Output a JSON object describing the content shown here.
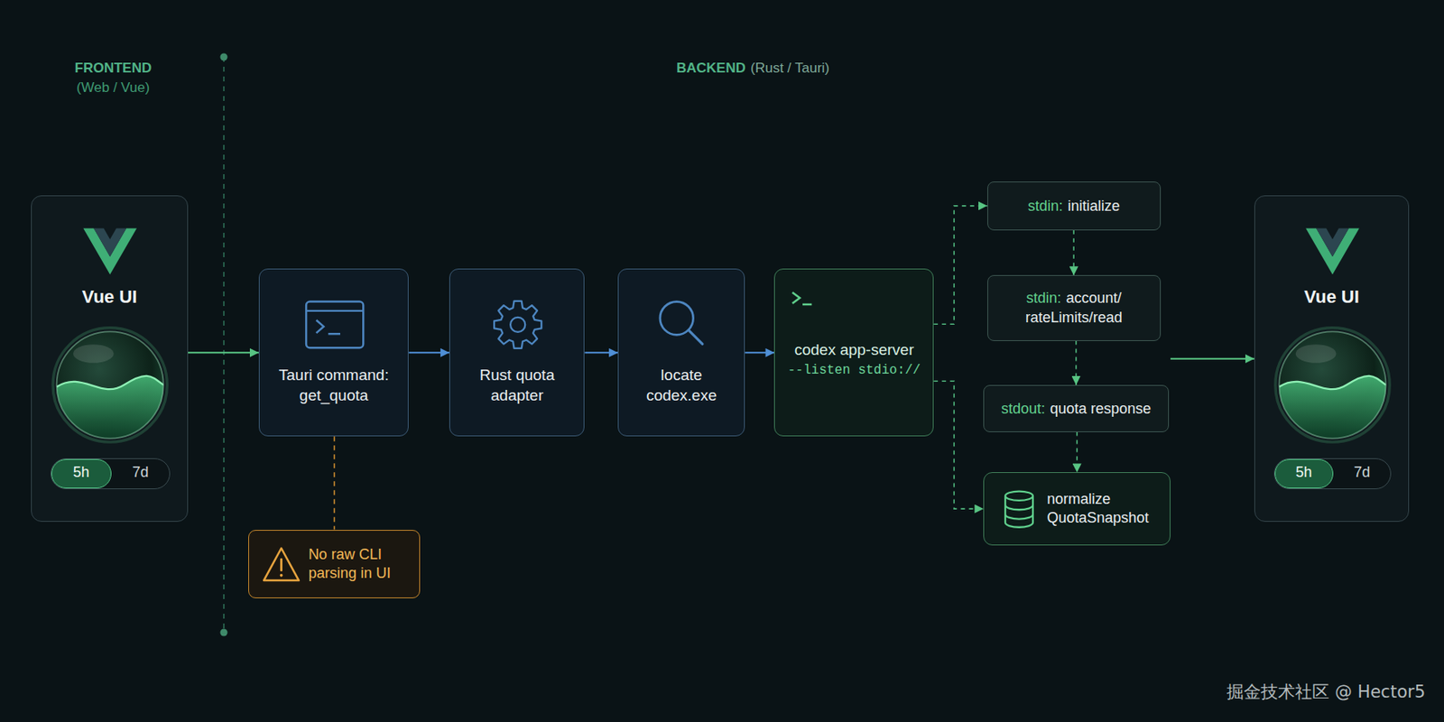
{
  "diagram": {
    "nodes": [
      {
        "text": [
          "Vue UI"
        ]
      },
      {
        "text": [
          "5h",
          "7d"
        ],
        "in": 0
      },
      {
        "text": [
          "Tauri command: get_quota"
        ]
      },
      {
        "text": [
          "Rust quota adapter"
        ]
      },
      {
        "text": [
          "locate codex.exe"
        ]
      },
      {
        "text": [
          "codex app-server",
          "--listen stdio://"
        ]
      },
      {
        "text": [
          "stdin:",
          "initialize"
        ]
      },
      {
        "text": [
          "stdin:",
          "account/ rateLimits/read"
        ]
      },
      {
        "text": [
          "stdout:",
          "quota response"
        ]
      },
      {
        "text": [
          "normalize QuotaSnapshot"
        ]
      },
      {
        "text": [
          "Vue UI"
        ]
      },
      {
        "text": [
          "5h",
          "7d"
        ],
        "in": 10
      },
      {
        "text": [
          "No raw CLI parsing in UI"
        ]
      }
    ],
    "edges": [
      {
        "from": 0,
        "to": 2,
        "arrow": "to"
      },
      {
        "from": 2,
        "to": 3,
        "arrow": "to"
      },
      {
        "from": 3,
        "to": 4,
        "arrow": "to"
      },
      {
        "from": 4,
        "to": 5,
        "arrow": "to"
      },
      {
        "from": 5,
        "to": 6,
        "arrow": "to"
      },
      {
        "from": 6,
        "to": 7,
        "arrow": "to"
      },
      {
        "from": 7,
        "to": 8,
        "arrow": "to"
      },
      {
        "from": 8,
        "to": 9,
        "arrow": "to"
      },
      {
        "from": 5,
        "to": 9,
        "arrow": "to"
      },
      {
        "from": 9,
        "to": 10,
        "arrow": "to"
      },
      {
        "from": 2,
        "to": 12,
        "arrow": "none"
      }
    ],
    "labels": [
      "FRONTEND",
      "(Web / Vue)",
      "BACKEND",
      "(Rust / Tauri)",
      "掘金技术社区 @ Hector5"
    ]
  }
}
